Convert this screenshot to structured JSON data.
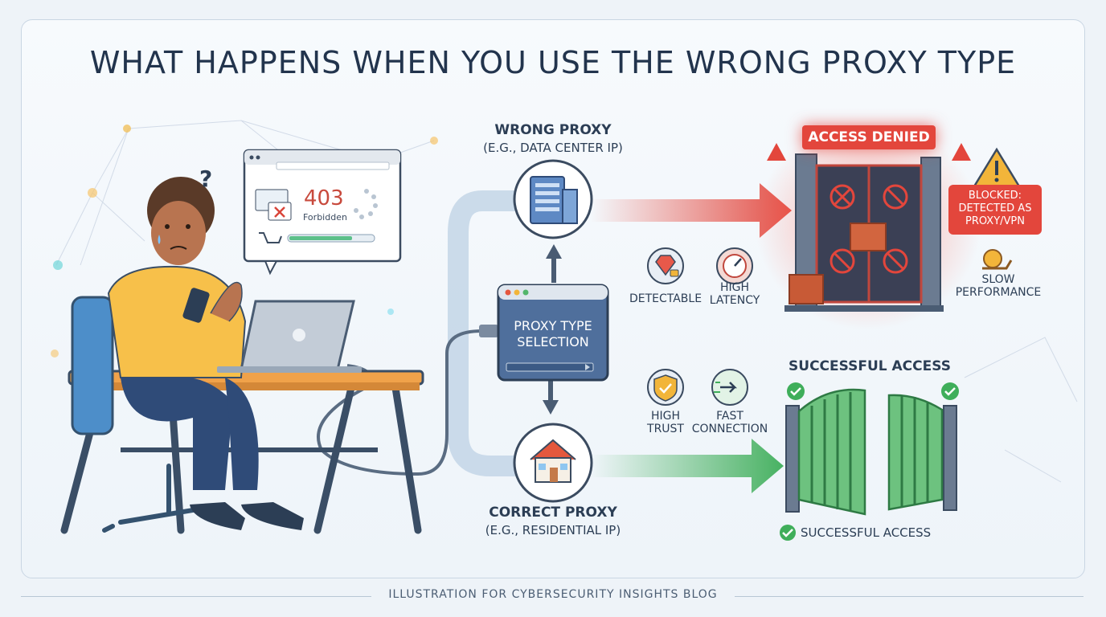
{
  "title": "WHAT HAPPENS WHEN YOU USE THE WRONG PROXY TYPE",
  "footer": "ILLUSTRATION FOR CYBERSECURITY INSIGHTS BLOG",
  "browser_popup": {
    "error_code": "403",
    "error_text": "Forbidden",
    "question_mark": "?"
  },
  "wrong_proxy": {
    "label": "WRONG PROXY",
    "example": "(E.G., DATA CENTER IP)"
  },
  "correct_proxy": {
    "label": "CORRECT PROXY",
    "example": "(E.G., RESIDENTIAL IP)"
  },
  "selector": {
    "line1": "PROXY TYPE",
    "line2": "SELECTION"
  },
  "wrong_traits": [
    {
      "line1": "DETECTABLE",
      "line2": "",
      "icon": "gem-lock-icon"
    },
    {
      "line1": "HIGH",
      "line2": "LATENCY",
      "icon": "gauge-icon"
    }
  ],
  "correct_traits": [
    {
      "line1": "HIGH",
      "line2": "TRUST",
      "icon": "shield-check-icon"
    },
    {
      "line1": "FAST",
      "line2": "CONNECTION",
      "icon": "fast-arrow-icon"
    }
  ],
  "denied": {
    "banner": "ACCESS DENIED",
    "blocked_line1": "BLOCKED:",
    "blocked_line2": "DETECTED AS",
    "blocked_line3": "PROXY/VPN",
    "slow_line1": "SLOW",
    "slow_line2": "PERFORMANCE"
  },
  "success": {
    "heading": "SUCCESSFUL ACCESS",
    "caption": "SUCCESSFUL ACCESS"
  },
  "colors": {
    "danger": "#e3463c",
    "success": "#3fae5a",
    "accent_blue": "#3b6fb6",
    "text": "#2c3e55"
  }
}
